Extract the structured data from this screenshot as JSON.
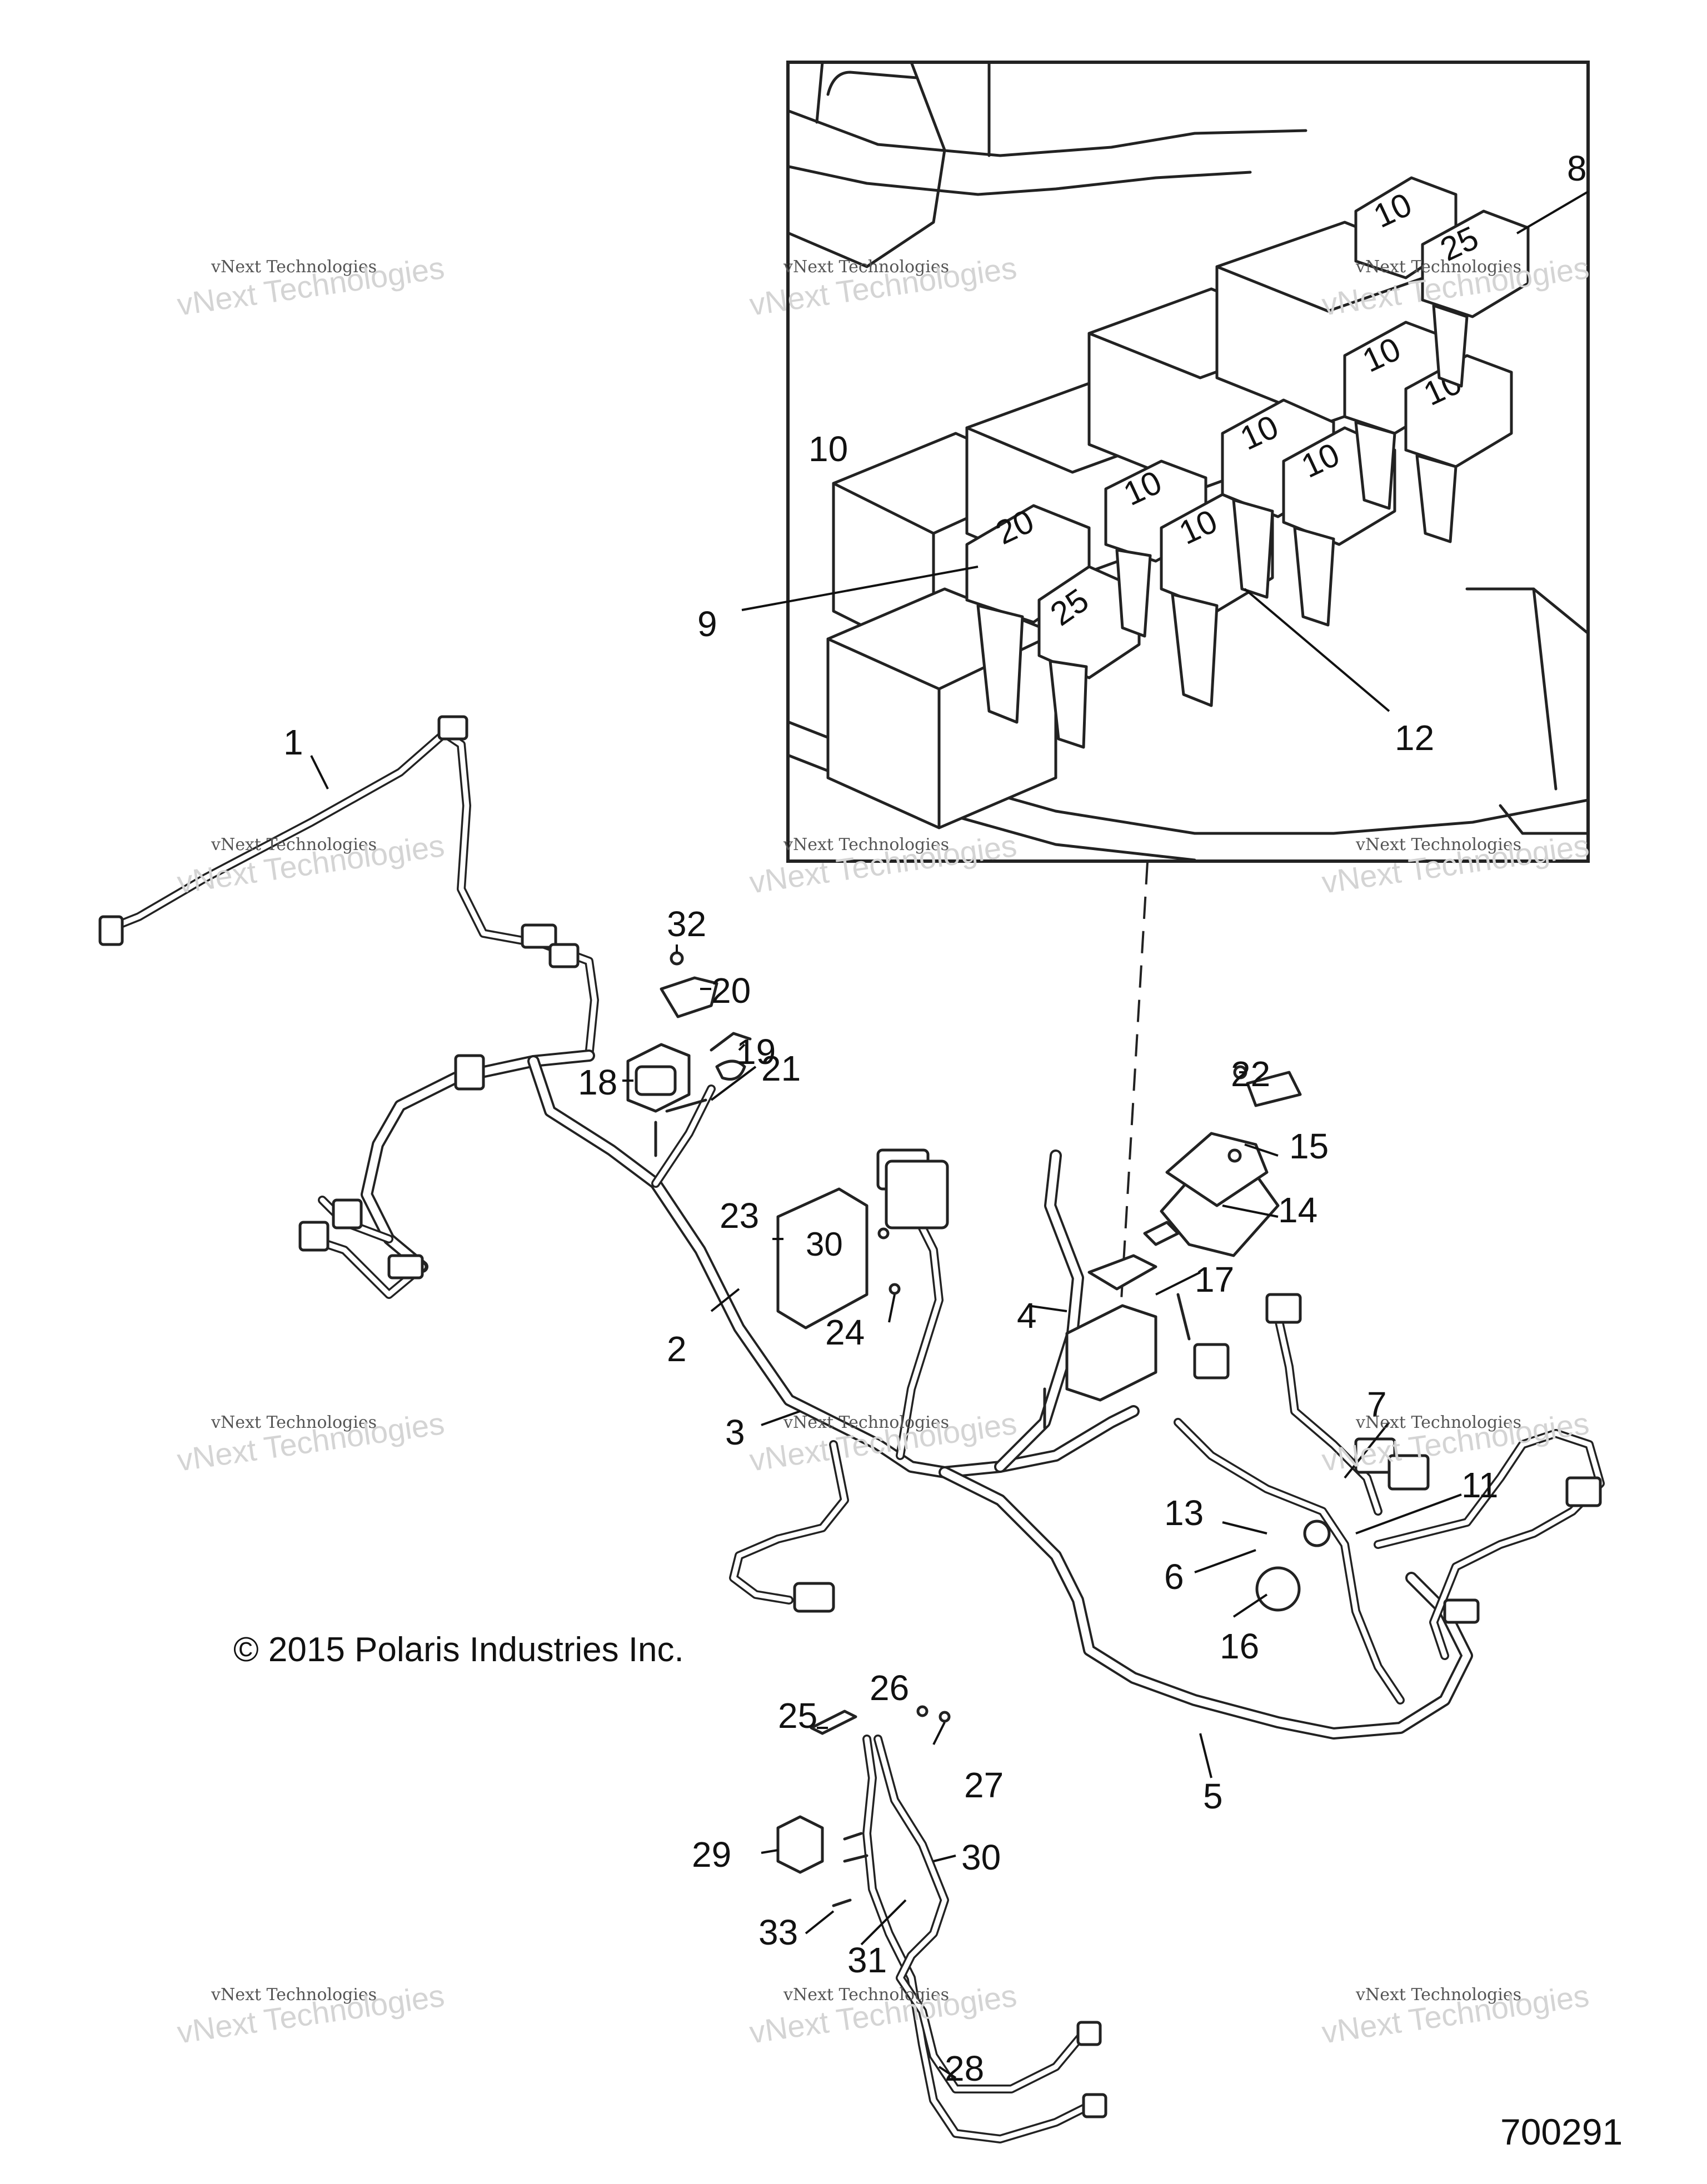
{
  "callouts": [
    {
      "id": "1",
      "text": "1"
    },
    {
      "id": "2",
      "text": "2"
    },
    {
      "id": "3",
      "text": "3"
    },
    {
      "id": "4",
      "text": "4"
    },
    {
      "id": "5",
      "text": "5"
    },
    {
      "id": "6",
      "text": "6"
    },
    {
      "id": "7",
      "text": "7"
    },
    {
      "id": "8",
      "text": "8"
    },
    {
      "id": "9",
      "text": "9"
    },
    {
      "id": "10",
      "text": "10"
    },
    {
      "id": "11",
      "text": "11"
    },
    {
      "id": "12",
      "text": "12"
    },
    {
      "id": "13",
      "text": "13"
    },
    {
      "id": "14",
      "text": "14"
    },
    {
      "id": "15",
      "text": "15"
    },
    {
      "id": "16",
      "text": "16"
    },
    {
      "id": "17",
      "text": "17"
    },
    {
      "id": "18",
      "text": "18"
    },
    {
      "id": "19",
      "text": "19"
    },
    {
      "id": "20",
      "text": "20"
    },
    {
      "id": "21",
      "text": "21"
    },
    {
      "id": "22",
      "text": "22"
    },
    {
      "id": "23",
      "text": "23"
    },
    {
      "id": "24",
      "text": "24"
    },
    {
      "id": "25",
      "text": "25"
    },
    {
      "id": "26",
      "text": "26"
    },
    {
      "id": "27",
      "text": "27"
    },
    {
      "id": "28",
      "text": "28"
    },
    {
      "id": "29",
      "text": "29"
    },
    {
      "id": "30",
      "text": "30"
    },
    {
      "id": "31",
      "text": "31"
    },
    {
      "id": "32",
      "text": "32"
    },
    {
      "id": "33",
      "text": "33"
    }
  ],
  "fuse_ratings": [
    "10",
    "25",
    "10",
    "10",
    "10",
    "10",
    "10",
    "10",
    "20",
    "25"
  ],
  "ecu_mark": "30",
  "watermark_small": "vNext Technologies",
  "watermark_big": "vNext Technologies",
  "copyright": "© 2015 Polaris Industries Inc.",
  "part_number": "700291",
  "colors": {
    "line": "#222222",
    "background": "#ffffff",
    "watermark": "#d4d4d4"
  }
}
